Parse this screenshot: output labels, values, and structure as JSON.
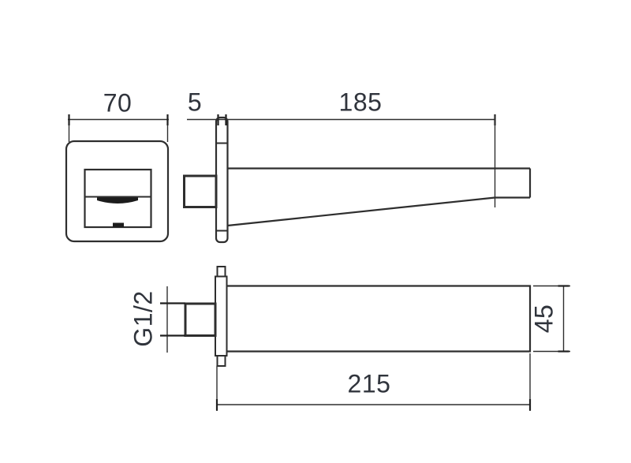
{
  "drawing": {
    "kind": "technical-dimension-drawing",
    "views": [
      "front",
      "side",
      "plan"
    ]
  },
  "dimensions": {
    "front_plate_width": "70",
    "plate_thickness": "5",
    "spout_projection": "185",
    "inlet_thread": "G1/2",
    "spout_height": "45",
    "total_length": "215"
  },
  "colors": {
    "background": "#ffffff",
    "line": "#2e2e2e",
    "text": "#30343c",
    "dark_detail": "#1c1c1c",
    "metal_light": "#ededed",
    "metal_mid": "#b9b9b9"
  }
}
